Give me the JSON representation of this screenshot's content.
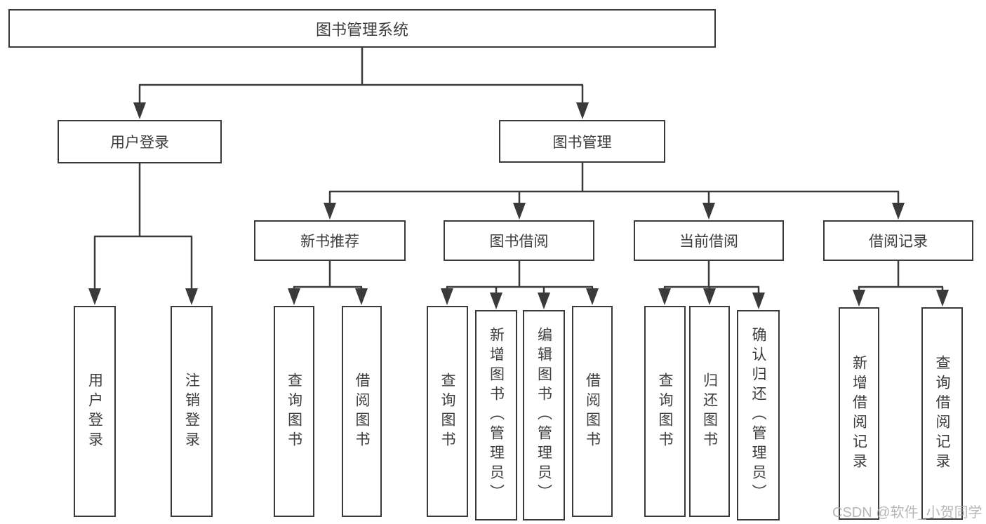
{
  "root": {
    "label": "图书管理系统"
  },
  "level2": [
    {
      "label": "用户登录"
    },
    {
      "label": "图书管理"
    }
  ],
  "level3": [
    {
      "label": "新书推荐"
    },
    {
      "label": "图书借阅"
    },
    {
      "label": "当前借阅"
    },
    {
      "label": "借阅记录"
    }
  ],
  "leaves": {
    "user_login": [
      {
        "label": "用户登录"
      },
      {
        "label": "注销登录"
      }
    ],
    "new_book_recommend": [
      {
        "label": "查询图书"
      },
      {
        "label": "借阅图书"
      }
    ],
    "book_borrow": [
      {
        "label": "查询图书"
      },
      {
        "label": "新增图书（管理员）"
      },
      {
        "label": "编辑图书（管理员）"
      },
      {
        "label": "借阅图书"
      }
    ],
    "current_borrow": [
      {
        "label": "查询图书"
      },
      {
        "label": "归还图书"
      },
      {
        "label": "确认归还（管理员）"
      }
    ],
    "borrow_record": [
      {
        "label": "新增借阅记录"
      },
      {
        "label": "查询借阅记录"
      }
    ]
  },
  "watermark": {
    "text": "CSDN @软件_小贺同学"
  },
  "colors": {
    "line": "#3a3a3a",
    "text": "#3d3d3d",
    "background": "#ffffff",
    "watermark": "#aaaaaa"
  }
}
